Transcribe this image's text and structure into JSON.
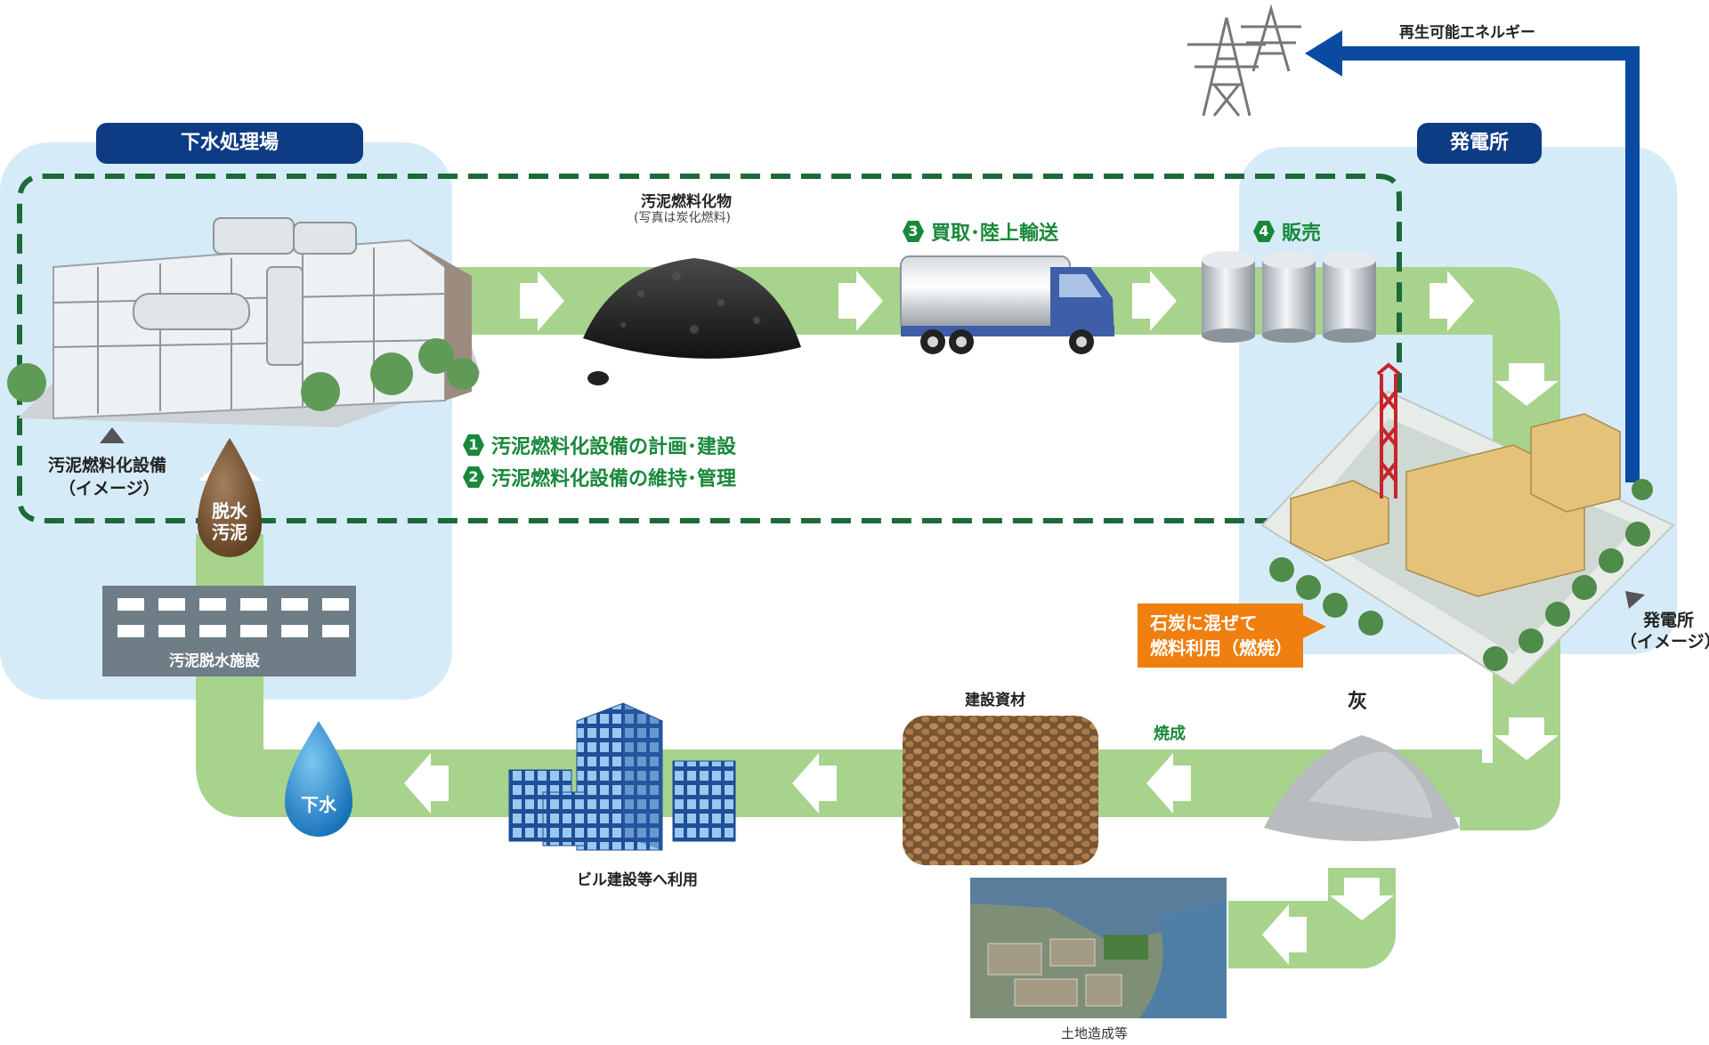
{
  "titles": {
    "sewage_plant": "下水処理場",
    "power_plant": "発電所"
  },
  "labels": {
    "renewable": "再生可能エネルギー",
    "sludge_fuel": "汚泥燃料化物",
    "sludge_fuel_note": "(写真は炭化燃料)",
    "sludge_facility_line1": "汚泥燃料化設備",
    "sludge_facility_line2": "（イメージ）",
    "dewatered_sludge_line1": "脱水",
    "dewatered_sludge_line2": "汚泥",
    "dewatering_facility": "汚泥脱水施設",
    "sewage_water": "下水",
    "building_use": "ビル建設等へ利用",
    "construction_material": "建設資材",
    "firing": "焼成",
    "ash": "灰",
    "land_reclamation": "土地造成等",
    "power_plant_img_line1": "発電所",
    "power_plant_img_line2": "（イメージ）",
    "coal_mix_line1": "石炭に混ぜて",
    "coal_mix_line2": "燃料利用（燃焼）"
  },
  "steps": [
    {
      "num": "1",
      "text": "汚泥燃料化設備の計画･建設"
    },
    {
      "num": "2",
      "text": "汚泥燃料化設備の維持･管理"
    },
    {
      "num": "3",
      "text": "買取･陸上輸送"
    },
    {
      "num": "4",
      "text": "販売"
    }
  ],
  "colors": {
    "navy": "#0d3c85",
    "green_step": "#18883a",
    "flow_green": "#a7d38c",
    "area_blue": "#d6ebf8",
    "dash_green": "#1c6a38",
    "orange": "#ef7f0e",
    "arrow_blue": "#0b4aa2"
  }
}
